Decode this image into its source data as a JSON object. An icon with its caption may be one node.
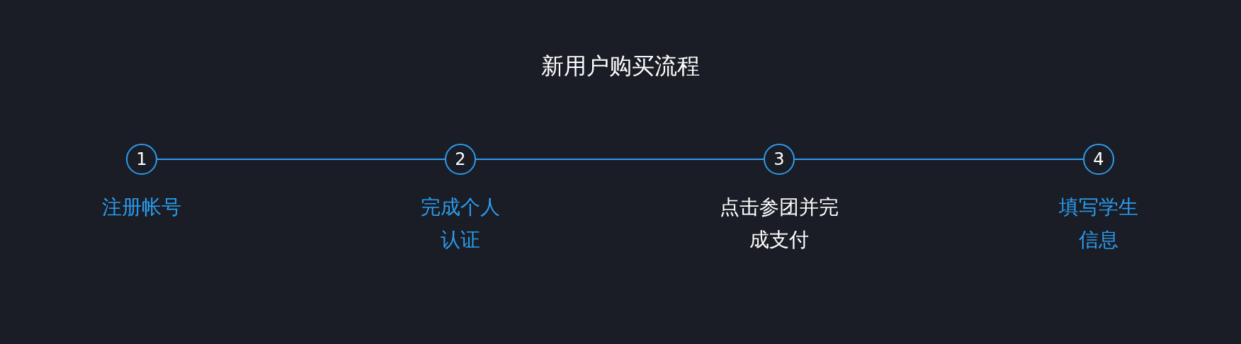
{
  "diagram": {
    "title": "新用户购买流程",
    "nodes": [
      {
        "text": [
          "1"
        ],
        "beside": [
          "注册帐号"
        ]
      },
      {
        "text": [
          "2"
        ],
        "beside": [
          "完成个人认证"
        ]
      },
      {
        "text": [
          "3"
        ],
        "beside": [
          "点击参团并完成支付"
        ]
      },
      {
        "text": [
          "4"
        ],
        "beside": [
          "填写学生信息"
        ]
      }
    ],
    "edges": [
      {
        "from": 0,
        "to": 1,
        "arrow": "none"
      },
      {
        "from": 1,
        "to": 2,
        "arrow": "none"
      },
      {
        "from": 2,
        "to": 3,
        "arrow": "none"
      }
    ]
  }
}
